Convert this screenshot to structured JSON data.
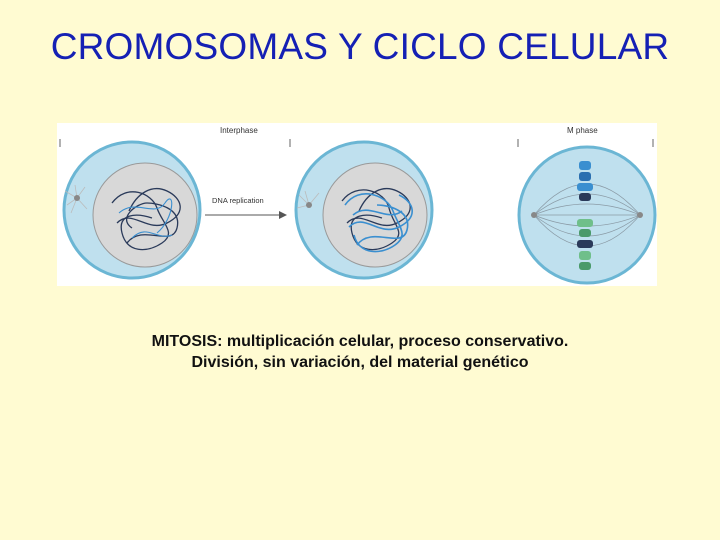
{
  "slide": {
    "title": "CROMOSOMAS Y CICLO CELULAR",
    "caption_line1": "MITOSIS: multiplicación celular, proceso conservativo.",
    "caption_line2": "División, sin variación, del material genético"
  },
  "figure": {
    "label_interphase": "Interphase",
    "label_mphase": "M phase",
    "label_arrow": "DNA replication"
  },
  "colors": {
    "background": "#fffbd2",
    "title": "#1520b4",
    "cell_fill": "#bfe0ee",
    "cell_border": "#6bb6d4",
    "nucleus_fill": "#d8d8d8",
    "chromosome_dark": "#2a3a5a",
    "chromosome_blue": "#3a8fd0",
    "chromosome_green": "#6fbf8a"
  }
}
